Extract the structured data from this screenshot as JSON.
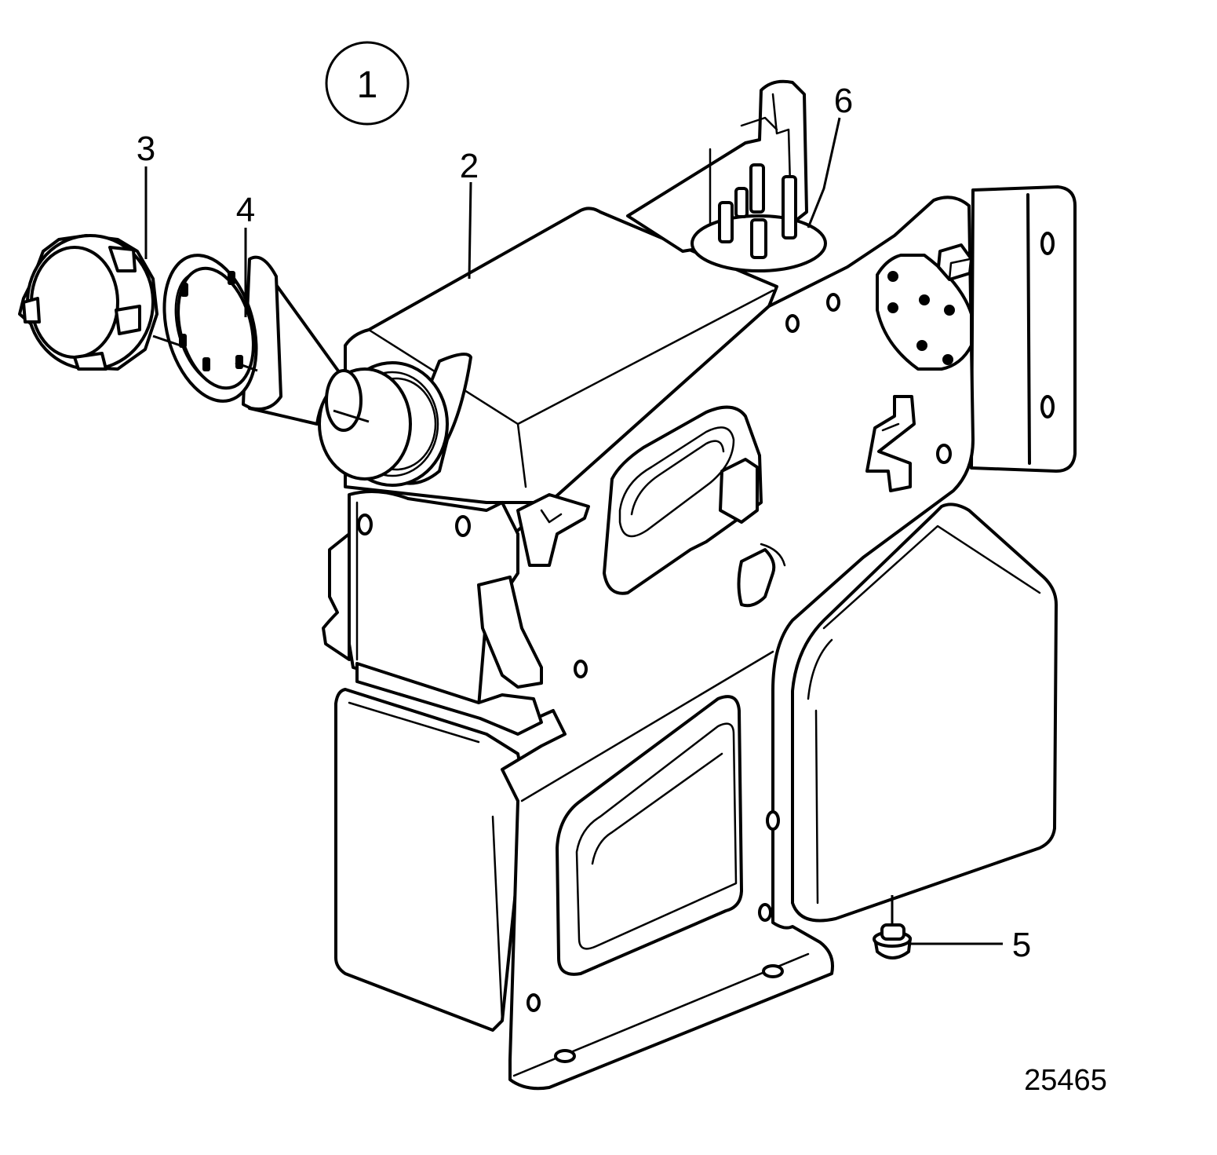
{
  "diagram": {
    "view_number": "1",
    "drawing_number": "25465",
    "callouts": [
      {
        "id": "2",
        "label": "2"
      },
      {
        "id": "3",
        "label": "3"
      },
      {
        "id": "4",
        "label": "4"
      },
      {
        "id": "5",
        "label": "5"
      },
      {
        "id": "6",
        "label": "6"
      }
    ]
  }
}
